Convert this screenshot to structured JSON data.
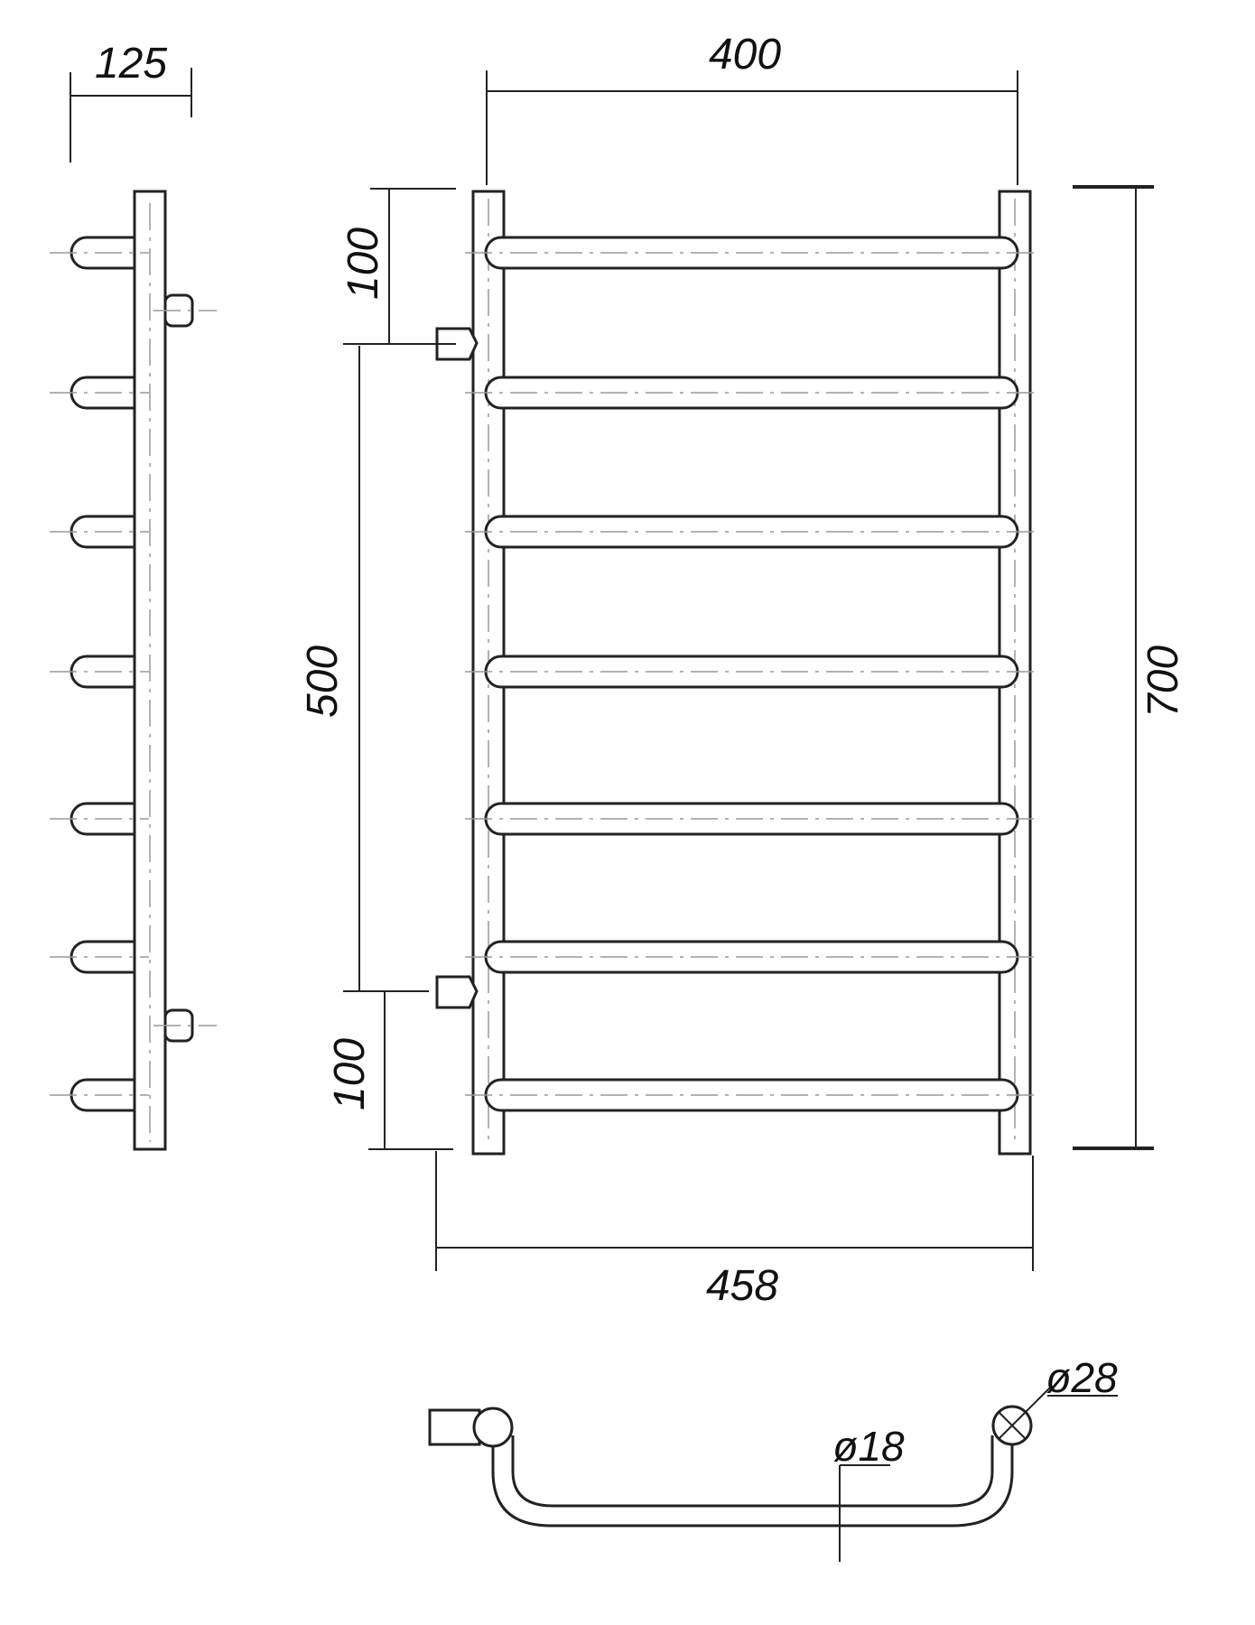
{
  "drawing": {
    "dimensions": {
      "side_depth": "125",
      "width_axis": "400",
      "overall_width": "458",
      "height": "700",
      "connection_spacing": "500",
      "top_offset": "100",
      "bottom_offset": "100",
      "bar_diameter": "ø18",
      "rail_diameter": "ø28"
    },
    "bar_count": 7
  }
}
